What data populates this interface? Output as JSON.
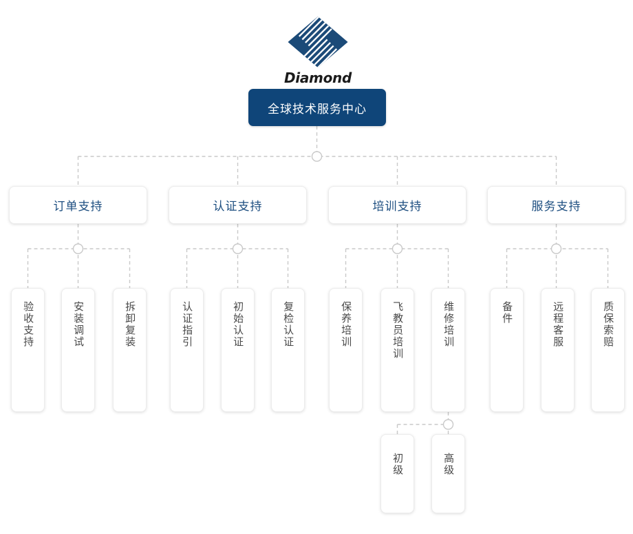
{
  "brand": {
    "name": "Diamond",
    "logo_icon": "diamond-logo-icon",
    "logo_color": "#1b4a78"
  },
  "colors": {
    "root_fill": "#0f4579",
    "root_text": "#ffffff",
    "level2_text": "#1d4e80",
    "leaf_text": "#4a4a4a",
    "connector": "#c9c9c9",
    "card_bg": "#ffffff"
  },
  "chart_data": {
    "type": "diagram",
    "diagram_type": "organization-tree",
    "title": "全球技术服务中心",
    "orientation": "top-down",
    "connector_style": "dashed-elbow-with-circle-junction",
    "root": {
      "id": "root",
      "label": "全球技术服务中心",
      "level": 1
    },
    "branches": [
      {
        "id": "order-support",
        "label": "订单支持",
        "level": 2,
        "children": [
          {
            "id": "acceptance-support",
            "label": "验收支持",
            "level": 3
          },
          {
            "id": "installation-commissioning",
            "label": "安装调试",
            "level": 3
          },
          {
            "id": "disassembly-reassembly",
            "label": "拆卸复装",
            "level": 3
          }
        ]
      },
      {
        "id": "certification-support",
        "label": "认证支持",
        "level": 2,
        "children": [
          {
            "id": "certification-guidance",
            "label": "认证指引",
            "level": 3
          },
          {
            "id": "initial-certification",
            "label": "初始认证",
            "level": 3
          },
          {
            "id": "recheck-certification",
            "label": "复检认证",
            "level": 3
          }
        ]
      },
      {
        "id": "training-support",
        "label": "培训支持",
        "level": 2,
        "children": [
          {
            "id": "maintenance-training",
            "label": "保养培训",
            "level": 3
          },
          {
            "id": "flight-instructor-training",
            "label": "飞教员培训",
            "level": 3
          },
          {
            "id": "repair-training",
            "label": "维修培训",
            "level": 3,
            "children": [
              {
                "id": "repair-training-basic",
                "label": "初级",
                "level": 4
              },
              {
                "id": "repair-training-advanced",
                "label": "高级",
                "level": 4
              }
            ]
          }
        ]
      },
      {
        "id": "service-support",
        "label": "服务支持",
        "level": 2,
        "children": [
          {
            "id": "spare-parts",
            "label": "备件",
            "level": 3
          },
          {
            "id": "remote-customer-service",
            "label": "远程客服",
            "level": 3
          },
          {
            "id": "warranty-claim",
            "label": "质保索赔",
            "level": 3
          }
        ]
      }
    ]
  }
}
